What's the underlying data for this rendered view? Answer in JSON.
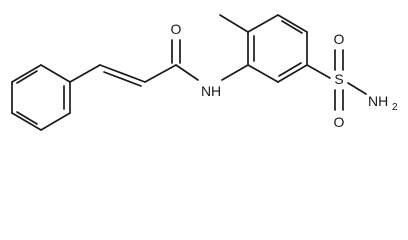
{
  "molecule": {
    "atoms": {
      "carbonyl_oxygen": "O",
      "amide_n": "N",
      "amide_h": "H",
      "sulfur": "S",
      "sulfonyl_o_top": "O",
      "sulfonyl_o_bottom": "O",
      "sulfonamide_n": "NH",
      "sulfonamide_n_subscript": "2"
    },
    "colors": {
      "bond": "#1a1a1a",
      "label": "#1a1a1a",
      "background": "#ffffff"
    }
  }
}
